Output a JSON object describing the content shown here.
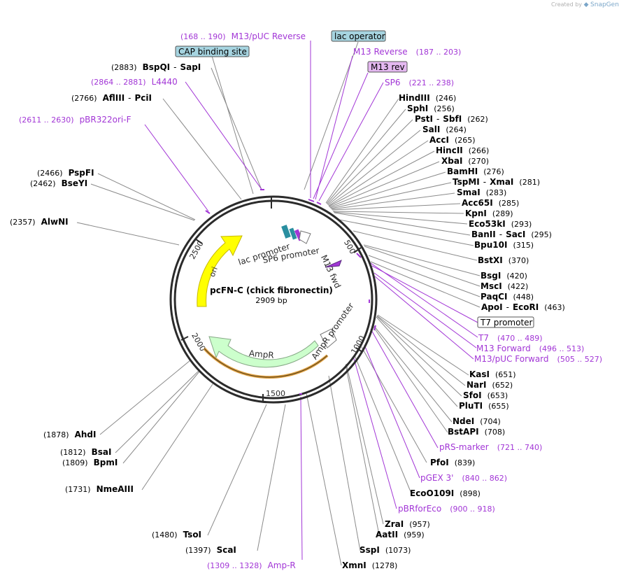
{
  "watermark": {
    "created_by": "Created by",
    "brand": "SnapGene"
  },
  "plasmid": {
    "name": "pcFN-C (chick fibronectin)",
    "length": "2909 bp",
    "total_bp": 2909
  },
  "ruler": [
    "500",
    "1000",
    "1500",
    "2000",
    "2500"
  ],
  "colors": {
    "ring": "#2b2b2b",
    "leader": "#8a8a8a",
    "primer": "#a236d6",
    "ori_fill": "#ffff00",
    "ori_stroke": "#c7b800",
    "ampr_fill": "#ccffcc",
    "ampr_stroke": "#86a886",
    "orange_track": "#e0a040",
    "cap_box": "#a6d4e0",
    "lac_box": "#a6d4e0",
    "m13rev_box": "#e4b8f0"
  },
  "features": {
    "ori": "ori",
    "lac_promoter": "lac promoter",
    "sp6_promoter": "SP6 promoter",
    "m13_fwd": "M13 fwd",
    "ampr": "AmpR",
    "ampr_promoter": "AmpR promoter"
  },
  "enzyme_labels": [
    {
      "name": "HindIII",
      "pos": "(246)"
    },
    {
      "name": "SphI",
      "pos": "(256)"
    },
    {
      "name": "PstI",
      "name2": "SbfI",
      "pos": "(262)"
    },
    {
      "name": "SalI",
      "pos": "(264)"
    },
    {
      "name": "AccI",
      "pos": "(265)"
    },
    {
      "name": "HincII",
      "pos": "(266)"
    },
    {
      "name": "XbaI",
      "pos": "(270)"
    },
    {
      "name": "BamHI",
      "pos": "(276)"
    },
    {
      "name": "TspMI",
      "name2": "XmaI",
      "pos": "(281)"
    },
    {
      "name": "SmaI",
      "pos": "(283)"
    },
    {
      "name": "Acc65I",
      "pos": "(285)"
    },
    {
      "name": "KpnI",
      "pos": "(289)"
    },
    {
      "name": "Eco53kI",
      "pos": "(293)"
    },
    {
      "name": "BanII",
      "name2": "SacI",
      "pos": "(295)"
    },
    {
      "name": "Bpu10I",
      "pos": "(315)"
    },
    {
      "name": "BstXI",
      "pos": "(370)"
    },
    {
      "name": "BsgI",
      "pos": "(420)"
    },
    {
      "name": "MscI",
      "pos": "(422)"
    },
    {
      "name": "PaqCI",
      "pos": "(448)"
    },
    {
      "name": "ApoI",
      "name2": "EcoRI",
      "pos": "(463)"
    },
    {
      "name": "KasI",
      "pos": "(651)"
    },
    {
      "name": "NarI",
      "pos": "(652)"
    },
    {
      "name": "SfoI",
      "pos": "(653)"
    },
    {
      "name": "PluTI",
      "pos": "(655)"
    },
    {
      "name": "NdeI",
      "pos": "(704)"
    },
    {
      "name": "BstAPI",
      "pos": "(708)"
    },
    {
      "name": "PfoI",
      "pos": "(839)"
    },
    {
      "name": "EcoO109I",
      "pos": "(898)"
    },
    {
      "name": "ZraI",
      "pos": "(957)"
    },
    {
      "name": "AatII",
      "pos": "(959)"
    },
    {
      "name": "SspI",
      "pos": "(1073)"
    },
    {
      "name": "XmnI",
      "pos": "(1278)"
    },
    {
      "name": "ScaI",
      "pos": "(1397)"
    },
    {
      "name": "TsoI",
      "pos": "(1480)"
    },
    {
      "name": "NmeAIII",
      "pos": "(1731)"
    },
    {
      "name": "BpmI",
      "pos": "(1809)"
    },
    {
      "name": "BsaI",
      "pos": "(1812)"
    },
    {
      "name": "AhdI",
      "pos": "(1878)"
    },
    {
      "name": "AlwNI",
      "pos": "(2357)"
    },
    {
      "name": "BseYI",
      "pos": "(2462)"
    },
    {
      "name": "PspFI",
      "pos": "(2466)"
    },
    {
      "name": "AflIII",
      "name2": "PciI",
      "pos": "(2766)"
    },
    {
      "name": "BspQI",
      "name2": "SapI",
      "pos": "(2883)"
    }
  ],
  "primer_labels": [
    {
      "name": "M13/pUC Reverse",
      "range": "(168 .. 190)"
    },
    {
      "name": "M13 Reverse",
      "range": "(187 .. 203)"
    },
    {
      "name": "SP6",
      "range": "(221 .. 238)"
    },
    {
      "name": "T7",
      "range": "(470 .. 489)"
    },
    {
      "name": "M13 Forward",
      "range": "(496 .. 513)"
    },
    {
      "name": "M13/pUC Forward",
      "range": "(505 .. 527)"
    },
    {
      "name": "pRS-marker",
      "range": "(721 .. 740)"
    },
    {
      "name": "pGEX 3'",
      "range": "(840 .. 862)"
    },
    {
      "name": "pBRforEco",
      "range": "(900 .. 918)"
    },
    {
      "name": "Amp-R",
      "range": "(1309 .. 1328)"
    },
    {
      "name": "pBR322ori-F",
      "range": "(2611 .. 2630)"
    },
    {
      "name": "L4440",
      "range": "(2864 .. 2881)"
    }
  ],
  "boxed_labels": [
    "CAP binding site",
    "lac operator",
    "M13 rev",
    "T7 promoter"
  ]
}
